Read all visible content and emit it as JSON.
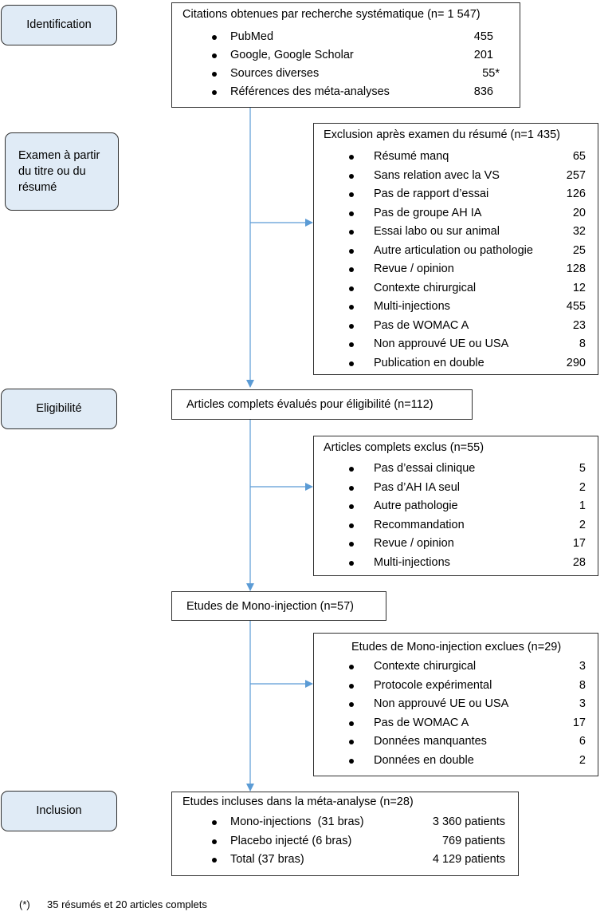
{
  "stages": {
    "identification": "Identification",
    "screening": "Examen à partir du titre ou du résumé",
    "eligibility": "Eligibilité",
    "inclusion": "Inclusion"
  },
  "boxes": {
    "citations": {
      "title": "Citations obtenues par recherche systématique (n= 1 547)",
      "items": [
        {
          "label": "PubMed",
          "value": "455"
        },
        {
          "label": "Google, Google Scholar",
          "value": "201"
        },
        {
          "label": "Sources diverses",
          "value": "55*"
        },
        {
          "label": "Références des méta-analyses",
          "value": "836"
        }
      ]
    },
    "abstract_exclusion": {
      "title": "Exclusion après examen du résumé (n=1 435)",
      "items": [
        {
          "label": "Résumé manq",
          "value": "65"
        },
        {
          "label": "Sans relation avec la VS",
          "value": "257"
        },
        {
          "label": "Pas de rapport d’essai",
          "value": "126"
        },
        {
          "label": "Pas de groupe AH IA",
          "value": "20"
        },
        {
          "label": "Essai labo ou sur animal",
          "value": "32"
        },
        {
          "label": "Autre articulation ou pathologie",
          "value": "25"
        },
        {
          "label": "Revue / opinion",
          "value": "128"
        },
        {
          "label": "Contexte chirurgical",
          "value": "12"
        },
        {
          "label": "Multi-injections",
          "value": "455"
        },
        {
          "label": "Pas de WOMAC A",
          "value": "23"
        },
        {
          "label": "Non approuvé UE ou USA",
          "value": "8"
        },
        {
          "label": "Publication en double",
          "value": "290"
        }
      ]
    },
    "full_text_assessed": {
      "title": "Articles complets évalués pour éligibilité (n=112)"
    },
    "full_text_excluded": {
      "title": "Articles complets exclus (n=55)",
      "items": [
        {
          "label": "Pas d’essai clinique",
          "value": "5"
        },
        {
          "label": "Pas d’AH IA seul",
          "value": "2"
        },
        {
          "label": "Autre pathologie",
          "value": "1"
        },
        {
          "label": "Recommandation",
          "value": "2"
        },
        {
          "label": "Revue / opinion",
          "value": "17"
        },
        {
          "label": "Multi-injections",
          "value": "28"
        }
      ]
    },
    "mono_injection": {
      "title": "Etudes de Mono-injection (n=57)"
    },
    "mono_excluded": {
      "title": "Etudes de Mono-injection exclues (n=29)",
      "items": [
        {
          "label": "Contexte chirurgical",
          "value": "3"
        },
        {
          "label": "Protocole expérimental",
          "value": "8"
        },
        {
          "label": "Non approuvé UE ou USA",
          "value": "3"
        },
        {
          "label": "Pas de WOMAC A",
          "value": "17"
        },
        {
          "label": "Données manquantes",
          "value": "6"
        },
        {
          "label": "Données en double",
          "value": "2"
        }
      ]
    },
    "included": {
      "title": "Etudes incluses dans la méta-analyse (n=28)",
      "items": [
        {
          "label": "Mono-injections  (31 bras)",
          "value": "3 360 patients"
        },
        {
          "label": "Placebo injecté (6 bras)",
          "value": "769 patients"
        },
        {
          "label": "Total (37 bras)",
          "value": "4 129 patients"
        }
      ]
    }
  },
  "footnote": {
    "marker": "(*)",
    "text": "35 résumés et 20 articles complets"
  },
  "colors": {
    "arrow": "#5b9bd5",
    "stage_fill": "#e0ebf6",
    "border": "#2f2f2f"
  }
}
